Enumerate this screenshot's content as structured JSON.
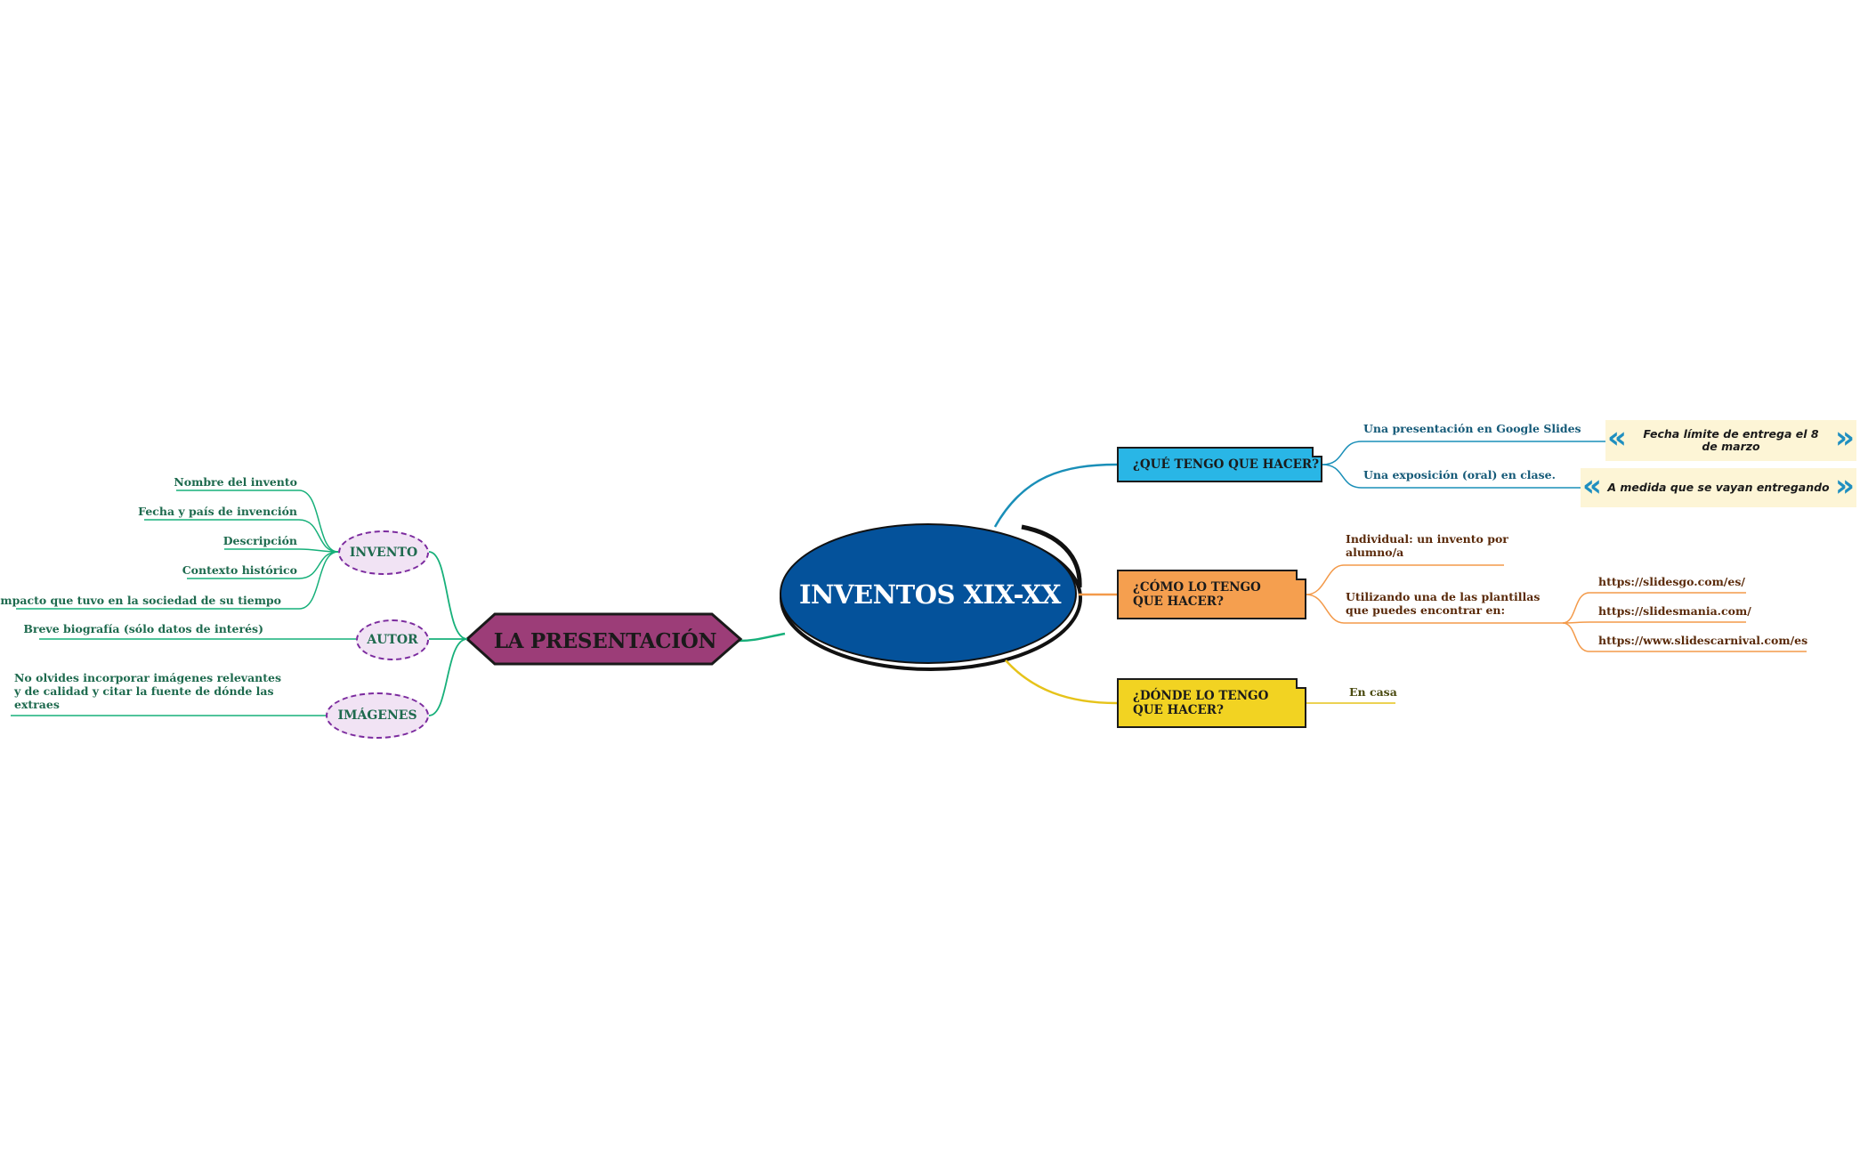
{
  "center": {
    "title": "INVENTOS XIX-XX"
  },
  "left": {
    "main_label": "LA PRESENTACIÓN",
    "invento": {
      "label": "INVENTO",
      "items": [
        "Nombre del invento",
        "Fecha y país de invención",
        "Descripción",
        "Contexto histórico",
        "Impacto que tuvo en la sociedad de su tiempo"
      ]
    },
    "autor": {
      "label": "AUTOR",
      "items": [
        "Breve biografía (sólo datos de interés)"
      ]
    },
    "imagenes": {
      "label": "IMÁGENES",
      "items": [
        "No olvides incorporar imágenes relevantes y de calidad y citar la fuente de dónde las extraes"
      ]
    }
  },
  "right": {
    "que": {
      "label": "¿QUÉ TENGO QUE HACER?",
      "items": [
        {
          "text": "Una presentación en Google Slides",
          "note": "Fecha límite de entrega el 8 de marzo"
        },
        {
          "text": "Una exposición (oral) en clase.",
          "note": "A medida que se vayan entregando"
        }
      ]
    },
    "como": {
      "label": "¿CÓMO LO TENGO QUE HACER?",
      "items": [
        "Individual: un invento por alumno/a",
        "Utilizando una de las plantillas que puedes encontrar en:"
      ],
      "links": [
        "https://slidesgo.com/es/",
        "https://slidesmania.com/",
        "https://www.slidescarnival.com/es"
      ]
    },
    "donde": {
      "label": "¿DÓNDE LO TENGO QUE HACER?",
      "items": [
        "En casa"
      ]
    }
  },
  "colors": {
    "center_fill": "#04529b",
    "left_main_fill": "#9c3d78",
    "left_branch": "#17b07a",
    "sub_node_border": "#7b2a9e",
    "sub_node_fill": "#f1e3f4",
    "que_fill": "#29b6e6",
    "que_branch": "#1a8fb8",
    "como_fill": "#f59f4f",
    "como_branch": "#f39a4a",
    "donde_fill": "#f2d322",
    "donde_branch": "#e6c31a",
    "note_fill": "#fdf5d6",
    "note_bracket": "#1f8fc0"
  }
}
